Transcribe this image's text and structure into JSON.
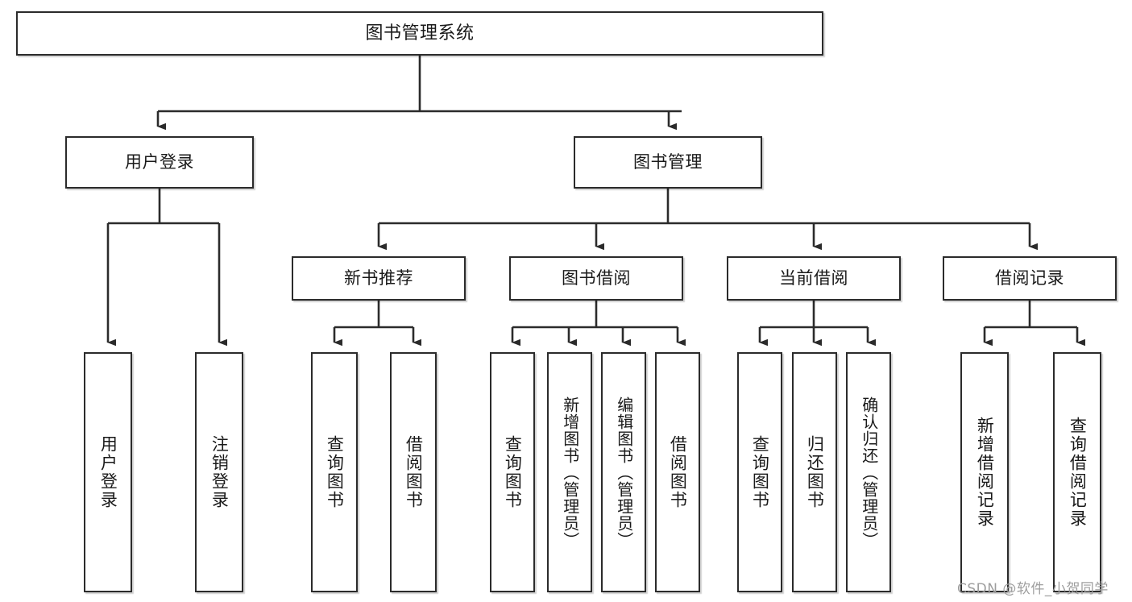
{
  "diagram": {
    "title": "图书管理系统",
    "watermark": "CSDN @软件_小贺同学",
    "colors": {
      "box_border": "#2b2b2b",
      "box_fill": "#ffffff",
      "edge": "#2b2b2b",
      "text": "#1a1a1a",
      "watermark": "#9e9e9e"
    },
    "levels": {
      "level1": [
        {
          "id": "user-login",
          "label": "用户登录"
        },
        {
          "id": "book-management",
          "label": "图书管理"
        }
      ],
      "level2": [
        {
          "id": "new-book-recommend",
          "label": "新书推荐"
        },
        {
          "id": "book-borrow",
          "label": "图书借阅"
        },
        {
          "id": "current-borrow",
          "label": "当前借阅"
        },
        {
          "id": "borrow-record",
          "label": "借阅记录"
        }
      ],
      "leaves": {
        "user-login": [
          {
            "id": "leaf-user-login",
            "label": "用户登录"
          },
          {
            "id": "leaf-logout",
            "label": "注销登录"
          }
        ],
        "new-book-recommend": [
          {
            "id": "leaf-query-book-1",
            "label": "查询图书"
          },
          {
            "id": "leaf-borrow-book-1",
            "label": "借阅图书"
          }
        ],
        "book-borrow": [
          {
            "id": "leaf-query-book-2",
            "label": "查询图书"
          },
          {
            "id": "leaf-add-book",
            "label": "新增图书（管理员）"
          },
          {
            "id": "leaf-edit-book",
            "label": "编辑图书（管理员）"
          },
          {
            "id": "leaf-borrow-book-2",
            "label": "借阅图书"
          }
        ],
        "current-borrow": [
          {
            "id": "leaf-query-book-3",
            "label": "查询图书"
          },
          {
            "id": "leaf-return-book",
            "label": "归还图书"
          },
          {
            "id": "leaf-confirm-return",
            "label": "确认归还（管理员）"
          }
        ],
        "borrow-record": [
          {
            "id": "leaf-add-record",
            "label": "新增借阅记录"
          },
          {
            "id": "leaf-query-record",
            "label": "查询借阅记录"
          }
        ]
      }
    }
  }
}
